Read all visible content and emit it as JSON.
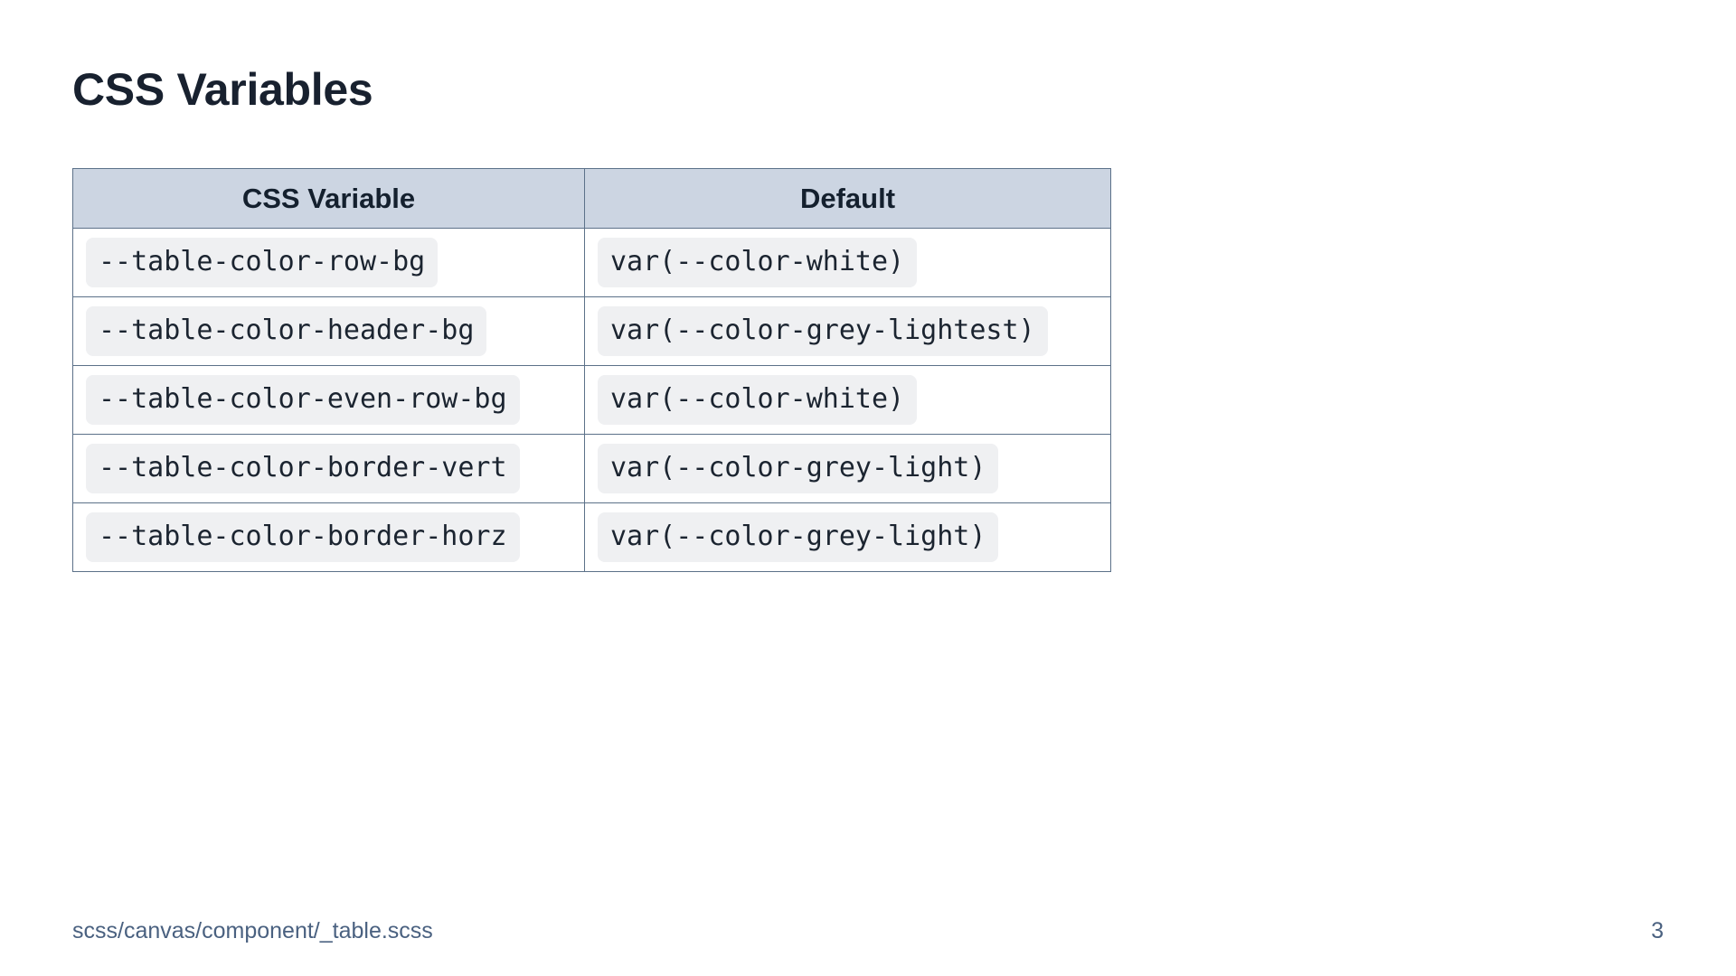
{
  "slide": {
    "title": "CSS Variables",
    "page_number": "3",
    "source_path": "scss/canvas/component/_table.scss",
    "background_color": "#ffffff",
    "title_color": "#18212f",
    "footer_color": "#4a6180"
  },
  "table": {
    "header_bg": "#ccd5e2",
    "border_color": "#5c7189",
    "code_pill_bg": "#eff0f2",
    "code_text_color": "#1b2430",
    "columns": [
      {
        "key": "variable",
        "label": "CSS Variable"
      },
      {
        "key": "default",
        "label": "Default"
      }
    ],
    "rows": [
      {
        "variable": "--table-color-row-bg",
        "default": "var(--color-white)"
      },
      {
        "variable": "--table-color-header-bg",
        "default": "var(--color-grey-lightest)"
      },
      {
        "variable": "--table-color-even-row-bg",
        "default": "var(--color-white)"
      },
      {
        "variable": "--table-color-border-vert",
        "default": "var(--color-grey-light)"
      },
      {
        "variable": "--table-color-border-horz",
        "default": "var(--color-grey-light)"
      }
    ]
  }
}
